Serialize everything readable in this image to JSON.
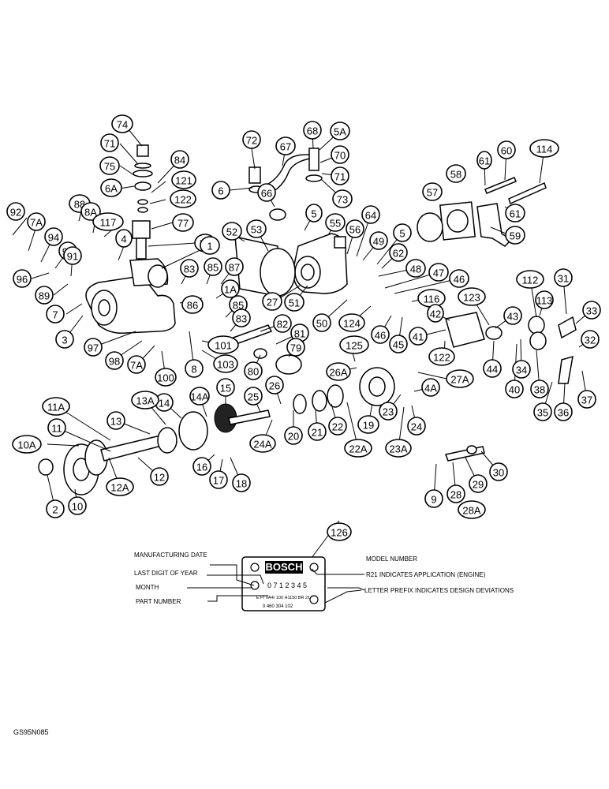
{
  "callouts": [
    "74",
    "71",
    "84",
    "75",
    "121",
    "6A",
    "122",
    "77",
    "78",
    "1",
    "72",
    "67",
    "6",
    "66",
    "68",
    "5A",
    "70",
    "71",
    "73",
    "5",
    "55",
    "64",
    "56",
    "49",
    "5",
    "62",
    "48",
    "47",
    "46",
    "61",
    "60",
    "114",
    "58",
    "57",
    "61",
    "59",
    "92",
    "7A",
    "94",
    "95",
    "96",
    "89",
    "7",
    "3",
    "97",
    "98",
    "7A",
    "100",
    "88",
    "8A",
    "117",
    "4",
    "91",
    "83",
    "85",
    "87",
    "86",
    "1A",
    "85",
    "83",
    "82",
    "101",
    "103",
    "8",
    "81",
    "79",
    "80",
    "52",
    "53",
    "27",
    "51",
    "50",
    "124",
    "46",
    "45",
    "125",
    "122",
    "116",
    "123",
    "42",
    "41",
    "43",
    "44",
    "40",
    "34",
    "38",
    "35",
    "36",
    "37",
    "112",
    "31",
    "113",
    "33",
    "32",
    "26A",
    "27A",
    "4A",
    "23",
    "24",
    "23A",
    "22A",
    "22",
    "19",
    "21",
    "20",
    "24A",
    "26",
    "25",
    "15",
    "14A",
    "14",
    "13A",
    "13",
    "11A",
    "11",
    "10A",
    "12A",
    "12",
    "2",
    "10",
    "16",
    "17",
    "18",
    "9",
    "28",
    "29",
    "30",
    "28A",
    "126"
  ],
  "nameplate": {
    "brand": "BOSCH",
    "serial": "0 7 1 2 3 4 5",
    "code_line": "E P/ VA4/ 100 H1150 BR 21",
    "part_line": "0 460 304 102",
    "labels": {
      "manufacturing_date": "MANUFACTURING DATE",
      "last_digit": "LAST DIGIT OF YEAR",
      "month": "MONTH",
      "part_number": "PART NUMBER",
      "model_number": "MODEL NUMBER",
      "r21": "R21 INDICATES APPLICATION (ENGINE)",
      "letter_prefix": "LETTER PREFIX INDICATES DESIGN DEVIATIONS"
    }
  },
  "figure_code": "GS95N085"
}
